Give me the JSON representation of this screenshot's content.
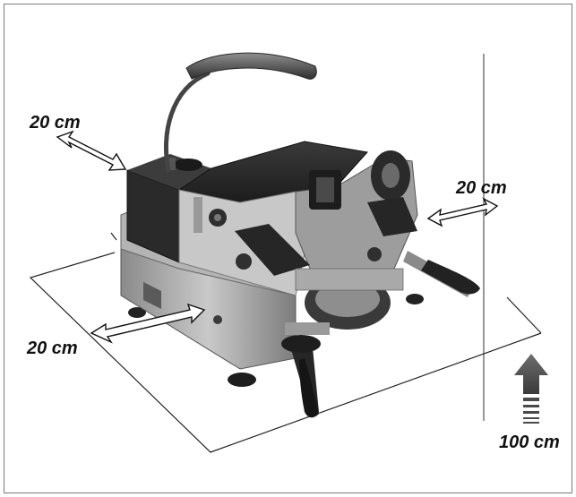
{
  "diagram": {
    "clearance_left": "20 cm",
    "clearance_right": "20 cm",
    "clearance_front": "20 cm",
    "clearance_top": "100 cm"
  },
  "icons": {
    "lamp": "desk-lamp-icon",
    "machine": "key-cutting-machine",
    "arrow_up": "up-arrow-icon"
  }
}
